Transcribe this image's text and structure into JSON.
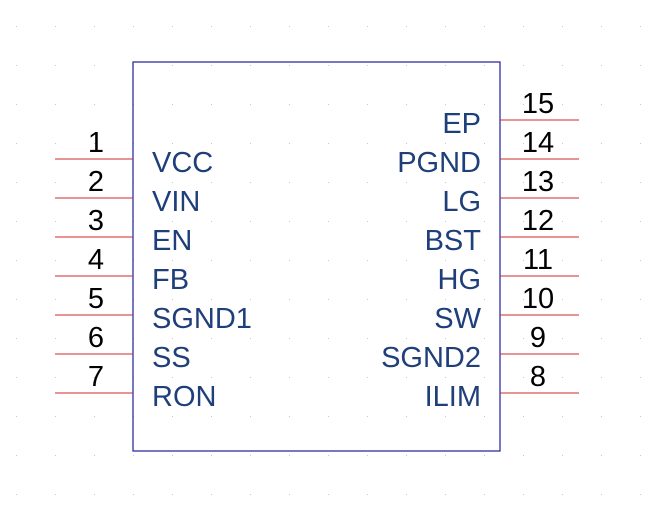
{
  "colors": {
    "body_outline": "#1f1f9a",
    "pin_line": "#cc2a2a",
    "pin_label": "#1f3f7a",
    "pin_number": "#000000",
    "grid_dot": "#c8c8c8"
  },
  "component": {
    "left_pins": [
      {
        "number": "1",
        "name": "VCC"
      },
      {
        "number": "2",
        "name": "VIN"
      },
      {
        "number": "3",
        "name": "EN"
      },
      {
        "number": "4",
        "name": "FB"
      },
      {
        "number": "5",
        "name": "SGND1"
      },
      {
        "number": "6",
        "name": "SS"
      },
      {
        "number": "7",
        "name": "RON"
      }
    ],
    "right_pins": [
      {
        "number": "15",
        "name": "EP"
      },
      {
        "number": "14",
        "name": "PGND"
      },
      {
        "number": "13",
        "name": "LG"
      },
      {
        "number": "12",
        "name": "BST"
      },
      {
        "number": "11",
        "name": "HG"
      },
      {
        "number": "10",
        "name": "SW"
      },
      {
        "number": "9",
        "name": "SGND2"
      },
      {
        "number": "8",
        "name": "ILIM"
      }
    ]
  }
}
